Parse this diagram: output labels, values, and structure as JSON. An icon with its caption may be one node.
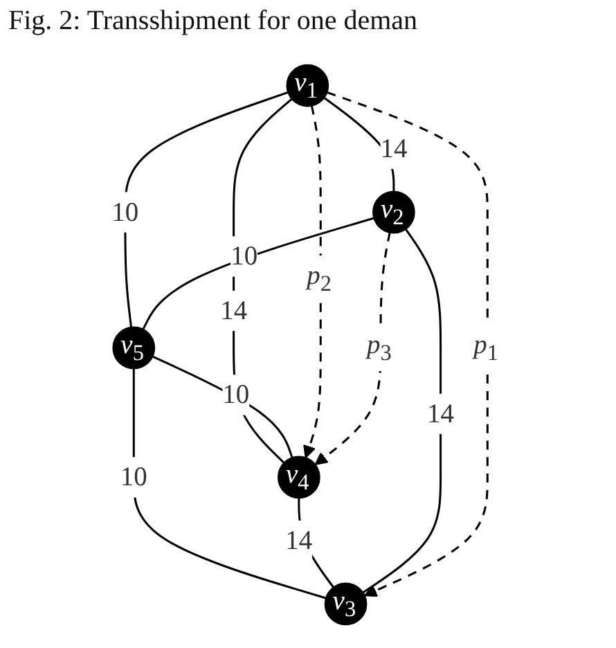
{
  "diagram": {
    "title": "Fig. 2: Transshipment for one deman",
    "nodes": [
      {
        "text": [
          "v$_{1}$"
        ]
      },
      {
        "text": [
          "v$_{4}$"
        ]
      },
      {
        "text": [
          "v$_{5}$"
        ]
      },
      {
        "text": [
          "v$_{2}$"
        ]
      },
      {
        "text": [
          "v$_{3}$"
        ]
      }
    ],
    "edges": [
      {
        "from": 0,
        "to": 1,
        "arrow": "none",
        "label": "14"
      },
      {
        "from": 0,
        "to": 3,
        "arrow": "none",
        "label": "14"
      },
      {
        "from": 0,
        "to": 2,
        "arrow": "none",
        "label": "10"
      },
      {
        "from": 2,
        "to": 1,
        "arrow": "none",
        "label": "10"
      },
      {
        "from": 3,
        "to": 2,
        "arrow": "none",
        "label": "10"
      },
      {
        "from": 2,
        "to": 4,
        "arrow": "none",
        "label": "10"
      },
      {
        "from": 1,
        "to": 4,
        "arrow": "none",
        "label": "14"
      },
      {
        "from": 3,
        "to": 4,
        "arrow": "none",
        "label": "14"
      },
      {
        "from": 0,
        "to": 1,
        "arrow": "to",
        "label": "p$_{2}$",
        "style": "dashed"
      },
      {
        "from": 0,
        "to": 4,
        "arrow": "to",
        "label": "p$_{1}$",
        "style": "dashed"
      },
      {
        "from": 3,
        "to": 1,
        "arrow": "to",
        "label": "p$_{3}$",
        "style": "dashed"
      }
    ]
  }
}
